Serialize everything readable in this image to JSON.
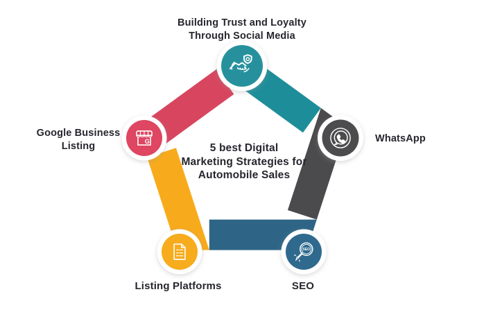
{
  "background": "#ffffff",
  "text_color": "#26262e",
  "title": {
    "lines": [
      "5 best Digital",
      "Marketing Strategies for",
      "Automobile Sales"
    ]
  },
  "nodes": [
    {
      "id": "social-media",
      "label": "Building Trust and Loyalty Through Social Media",
      "label_lines": [
        "Building Trust and Loyalty",
        "Through Social Media"
      ],
      "icon": "handshake-shield-icon",
      "icon_text": "",
      "circle_color": "#26919c"
    },
    {
      "id": "google-business-listing",
      "label": "Google Business Listing",
      "label_lines": [
        "Google Business",
        "Listing"
      ],
      "icon": "storefront-icon",
      "icon_text": "G",
      "circle_color": "#de4661"
    },
    {
      "id": "listing-platforms",
      "label": "Listing Platforms",
      "label_lines": [
        "Listing Platforms"
      ],
      "icon": "document-icon",
      "icon_text": "",
      "circle_color": "#f6ac1d"
    },
    {
      "id": "seo",
      "label": "SEO",
      "label_lines": [
        "SEO"
      ],
      "icon": "seo-magnifier-icon",
      "icon_text": "SEO",
      "circle_color": "#2f6a8e"
    },
    {
      "id": "whatsapp",
      "label": "WhatsApp",
      "label_lines": [
        "WhatsApp"
      ],
      "icon": "whatsapp-icon",
      "icon_text": "",
      "circle_color": "#4c4c4e"
    }
  ],
  "pentagon": {
    "segments": [
      {
        "name": "segment-social-to-google",
        "color": "#d8455f"
      },
      {
        "name": "segment-google-to-listing",
        "color": "#f7ab1c"
      },
      {
        "name": "segment-listing-to-seo",
        "color": "#2e6586"
      },
      {
        "name": "segment-seo-to-whatsapp",
        "color": "#4b4b4d"
      },
      {
        "name": "segment-whatsapp-to-social",
        "color": "#1d8e99"
      }
    ]
  }
}
